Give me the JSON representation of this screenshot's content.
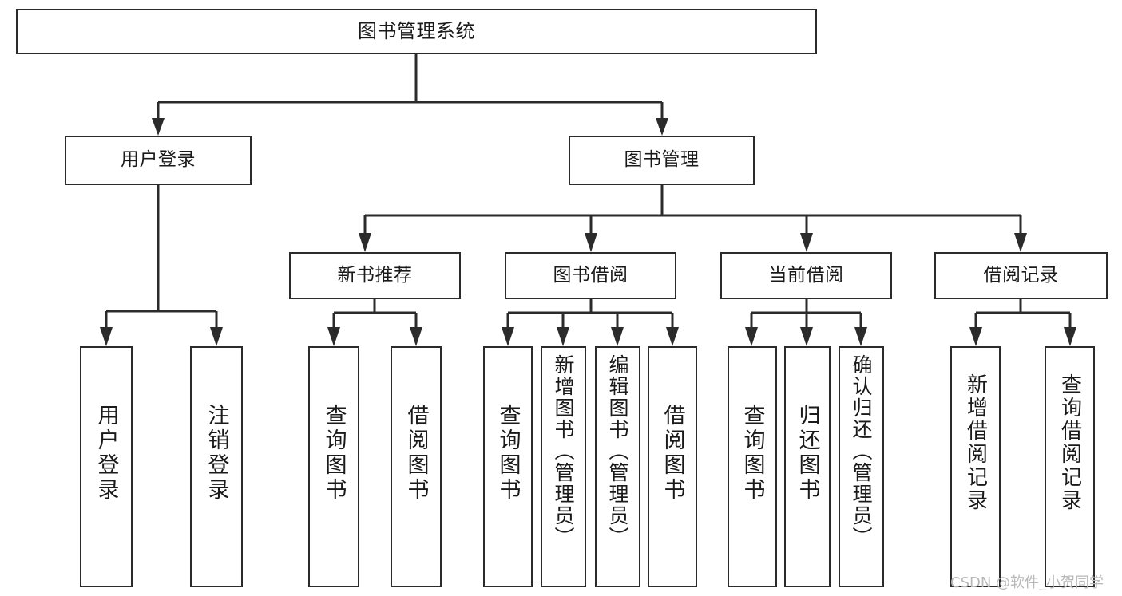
{
  "diagram": {
    "type": "tree-hierarchy",
    "title": "图书管理系统",
    "watermark": "CSDN @软件_小贺同学",
    "colors": {
      "box_border": "#2b2b2b",
      "box_fill": "#ffffff",
      "connector": "#2b2b2b",
      "text": "#1a1a1a",
      "watermark": "#b8b8b8"
    },
    "nodes": {
      "root": {
        "label": "图书管理系统"
      },
      "level2": [
        {
          "label": "用户登录"
        },
        {
          "label": "图书管理"
        }
      ],
      "level3": [
        {
          "label": "新书推荐"
        },
        {
          "label": "图书借阅"
        },
        {
          "label": "当前借阅"
        },
        {
          "label": "借阅记录"
        }
      ],
      "leaves": {
        "user_login": [
          {
            "label": "用户登录"
          },
          {
            "label": "注销登录"
          }
        ],
        "new_book_recommend": [
          {
            "label": "查询图书"
          },
          {
            "label": "借阅图书"
          }
        ],
        "book_borrow": [
          {
            "label": "查询图书"
          },
          {
            "label": "新增图书（管理员）"
          },
          {
            "label": "编辑图书（管理员）"
          },
          {
            "label": "借阅图书"
          }
        ],
        "current_borrow": [
          {
            "label": "查询图书"
          },
          {
            "label": "归还图书"
          },
          {
            "label": "确认归还（管理员）"
          }
        ],
        "borrow_record": [
          {
            "label": "新增借阅记录"
          },
          {
            "label": "查询借阅记录"
          }
        ]
      }
    }
  }
}
